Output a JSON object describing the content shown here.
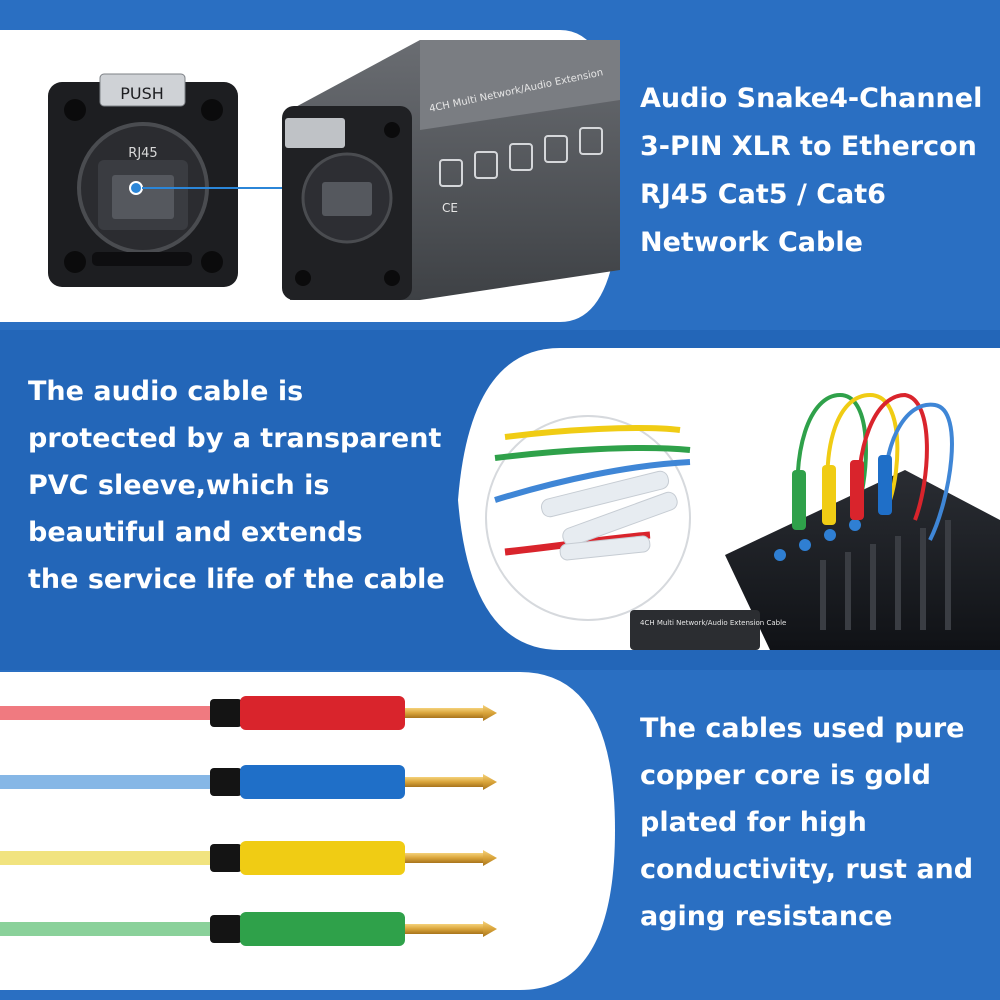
{
  "top_panel": {
    "lines": [
      "Audio Snake4-Channel",
      "3-PIN XLR to Ethercon",
      "RJ45 Cat5 / Cat6",
      "Network Cable"
    ],
    "connector": {
      "push_label": "PUSH",
      "port_label": "RJ45"
    },
    "box": {
      "model_text": "4CH Multi Network/Audio Extension",
      "ce_mark": "CE"
    }
  },
  "middle_panel": {
    "lines": [
      "The audio cable is",
      "protected by a transparent",
      "PVC sleeve,which is",
      "beautiful and extends",
      "the service life of the cable"
    ],
    "box_text": "4CH Multi Network/Audio Extension Cable"
  },
  "bottom_panel": {
    "lines": [
      "The cables used pure",
      "copper core is gold",
      "plated for high",
      "conductivity, rust and",
      "aging resistance"
    ]
  },
  "colors": {
    "background_blue": "#2a6fc2",
    "cable_red": "#d9242c",
    "cable_blue": "#1f6fc8",
    "cable_yellow": "#f0cc14",
    "cable_green": "#2fa14a",
    "gold_tip": "#d9a43a"
  }
}
